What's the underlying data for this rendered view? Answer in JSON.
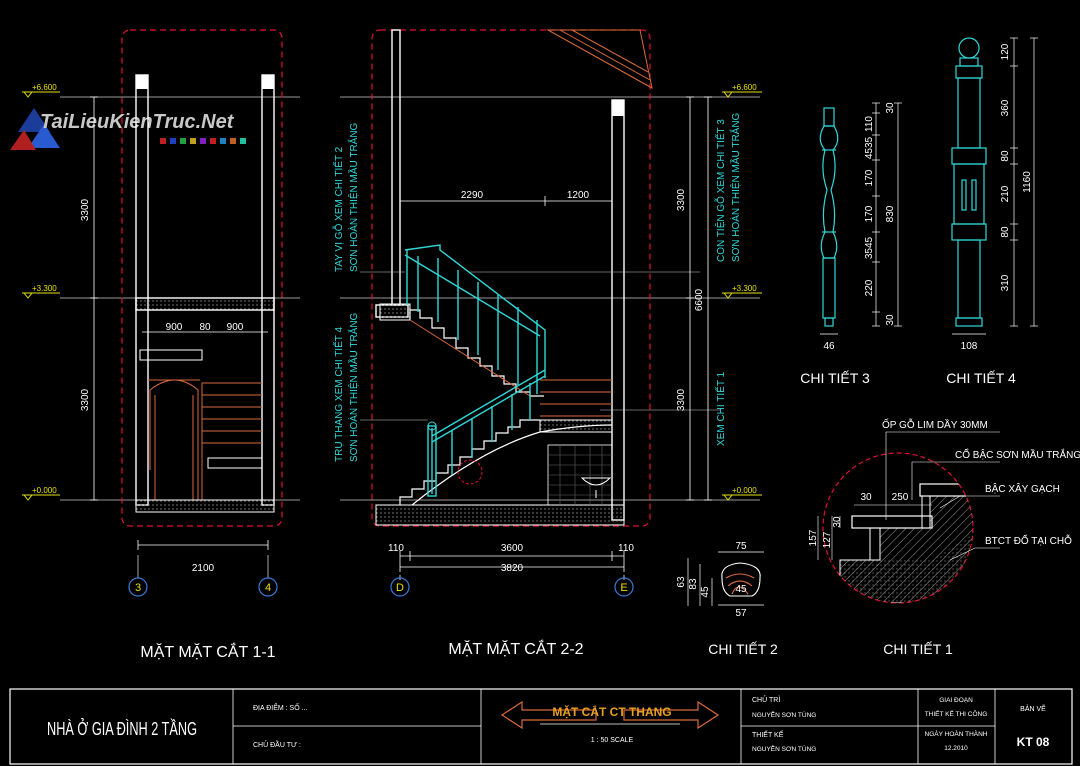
{
  "watermark": "TaiLieuKienTruc.Net",
  "levels": {
    "l1": "+6.600",
    "l2": "+3.300",
    "l3": "+0.000"
  },
  "section1": {
    "title": "MẶT MẶT CẮT 1-1",
    "dims": {
      "h_upper": "3300",
      "h_lower": "3300",
      "w1": "900",
      "w2": "80",
      "w3": "900",
      "total": "2100"
    },
    "axes": [
      "3",
      "4"
    ]
  },
  "section2": {
    "title": "MẶT MẶT CẮT 2-2",
    "dims": {
      "d2290": "2290",
      "d1200": "1200",
      "h_upper": "3300",
      "h_lower": "3300",
      "h_total": "6600",
      "b1": "110",
      "b2": "3600",
      "b3": "110",
      "total": "3820"
    },
    "axes": [
      "D",
      "E"
    ],
    "notes": {
      "rail_a": "TAY VỊ GỖ XEM CHI TIẾT 2",
      "rail_b": "SƠN HOÀN THIỆN MẦU TRẮNG",
      "post_a": "TRỤ THANG XEM CHI TIẾT 4",
      "post_b": "SƠN HOÀN THIỆN MẦU TRẮNG",
      "baluster_a": "CON TIỆN GỖ XEM CHI TIẾT 3",
      "baluster_b": "SƠN HOÀN THIỆN MẦU TRẮNG",
      "detail1_ref": "XEM CHI TIẾT 1"
    }
  },
  "detail3": {
    "title": "CHI TIẾT 3",
    "dims": [
      "30",
      "110",
      "4535",
      "170",
      "170",
      "3545",
      "220",
      "30"
    ],
    "dim830": "830",
    "width": "46"
  },
  "detail4": {
    "title": "CHI TIẾT 4",
    "dims": [
      "120",
      "360",
      "80",
      "210",
      "80",
      "310"
    ],
    "total": "1160",
    "width": "108"
  },
  "detail2": {
    "title": "CHI TIẾT 2",
    "dims": {
      "top": "75",
      "h_total": "63",
      "h1": "83",
      "h2": "45",
      "inner": "45",
      "bottom": "57"
    }
  },
  "detail1": {
    "title": "CHI TIẾT 1",
    "notes": [
      "ỐP GỖ LIM DẦY 30MM",
      "CỔ BẬC SƠN MẦU TRẮNG",
      "BẬC XÂY GẠCH",
      "BTCT ĐỔ TẠI CHỖ"
    ],
    "dims": {
      "d30": "30",
      "d250": "250",
      "d157": "157",
      "d127": "127",
      "d30b": "30"
    }
  },
  "titleblock": {
    "project": "NHÀ Ở GIA ĐÌNH 2 TẦNG",
    "location_label": "ĐỊA ĐIỂM : SỐ ...",
    "investor_label": "CHỦ ĐẦU TƯ :",
    "drawing_title": "MẶT CẮT CT THANG",
    "scale": "1 : 50 SCALE",
    "chief_label": "CHỦ TRÌ",
    "chief_name": "NGUYỄN SƠN TÙNG",
    "design_label": "THIẾT KẾ",
    "design_name": "NGUYỄN SƠN TÙNG",
    "phase_label": "GIAI ĐOẠN",
    "phase_value": "THIẾT KẾ THI CÔNG",
    "date_label": "NGÀY HOÀN THÀNH",
    "date_value": "12.2010",
    "sheet_label": "BẢN VẼ",
    "sheet_value": "KT 08"
  },
  "colors": {
    "background": "#000000",
    "section_line": "#e01030",
    "cyan": "#2fd9d9",
    "orange": "#d86a3a",
    "level_yellow": "#e8e000",
    "white": "#ffffff"
  }
}
